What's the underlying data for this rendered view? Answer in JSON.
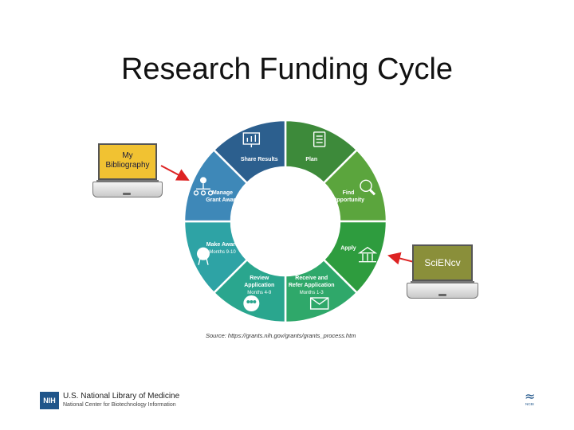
{
  "slide": {
    "title": "Research Funding Cycle"
  },
  "cycle": {
    "segments": [
      {
        "label": [
          "Plan"
        ],
        "sub": "",
        "color": "#3d8a3a",
        "icon": "plan-icon"
      },
      {
        "label": [
          "Find",
          "Opportunity"
        ],
        "sub": "",
        "color": "#5ba53d",
        "icon": "magnifier-icon"
      },
      {
        "label": [
          "Apply"
        ],
        "sub": "",
        "color": "#2e9c3e",
        "icon": "building-icon"
      },
      {
        "label": [
          "Receive and",
          "Refer Application"
        ],
        "sub": "Months 1-3",
        "color": "#2fa86a",
        "icon": "envelope-icon"
      },
      {
        "label": [
          "Review",
          "Application"
        ],
        "sub": "Months 4-9",
        "color": "#2aa68e",
        "icon": "people-icon"
      },
      {
        "label": [
          "Make Award"
        ],
        "sub": "Months 9-10",
        "color": "#2ea3a5",
        "icon": "award-ribbon-icon"
      },
      {
        "label": [
          "Manage",
          "Grant Award"
        ],
        "sub": "",
        "color": "#3e88b8",
        "icon": "org-chart-icon"
      },
      {
        "label": [
          "Share Results"
        ],
        "sub": "",
        "color": "#2c5f8e",
        "icon": "presentation-icon"
      }
    ]
  },
  "laptops": {
    "left": {
      "screen_text": "My Bibliography",
      "screen_color": "#f1c232"
    },
    "right": {
      "screen_text": "SciENcv",
      "screen_color": "#8a8f3a"
    }
  },
  "source_note": "Source: https://grants.nih.gov/grants/grants_process.htm",
  "footer": {
    "nih_badge": "NIH",
    "nlm_name": "U.S. National Library of Medicine",
    "ncbi_name": "National Center for Biotechnology Information",
    "corner_glyph": "≈",
    "corner_caption": "NCBI"
  }
}
